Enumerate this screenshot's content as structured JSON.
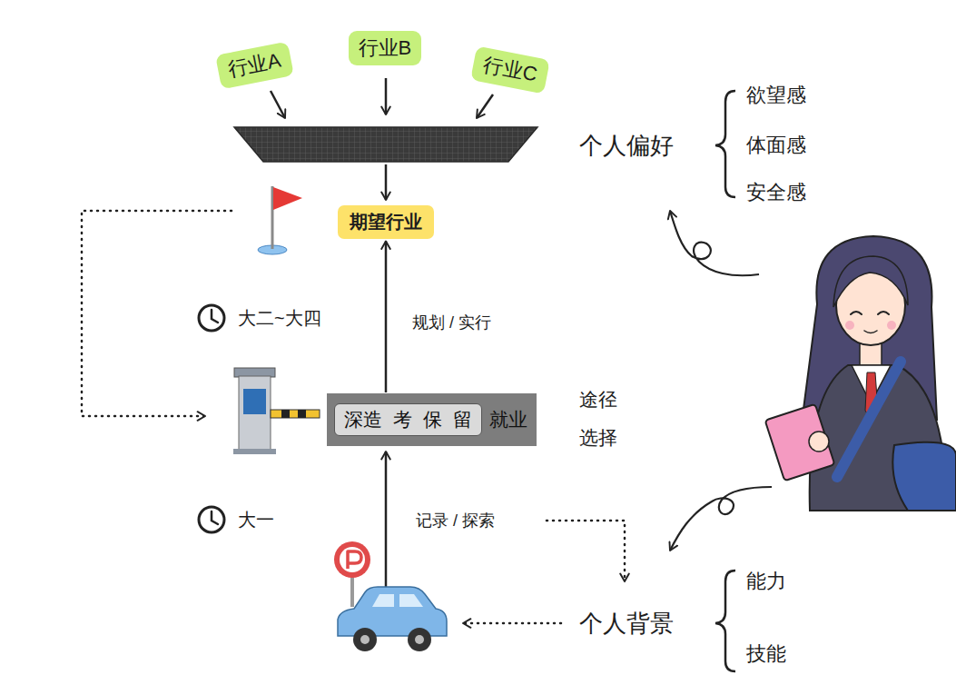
{
  "diagram": {
    "nodes": [
      {
        "text": [
          "行业A"
        ]
      },
      {
        "text": [
          "行业B"
        ]
      },
      {
        "text": [
          "行业C"
        ]
      },
      {
        "text": [
          "期望行业"
        ]
      },
      {
        "text": [
          "就业"
        ]
      },
      {
        "text": [
          "深造 考 保 留"
        ],
        "in": 4
      }
    ],
    "edges": [
      {
        "from": 4,
        "to": 3,
        "arrow": "to",
        "label": "规划 / 实行"
      }
    ],
    "labels": [
      "个人偏好",
      "欲望感",
      "体面感",
      "安全感",
      "大二~大四",
      "途径 选择",
      "大一",
      "记录 / 探索",
      "个人背景",
      "能力",
      "技能"
    ]
  }
}
